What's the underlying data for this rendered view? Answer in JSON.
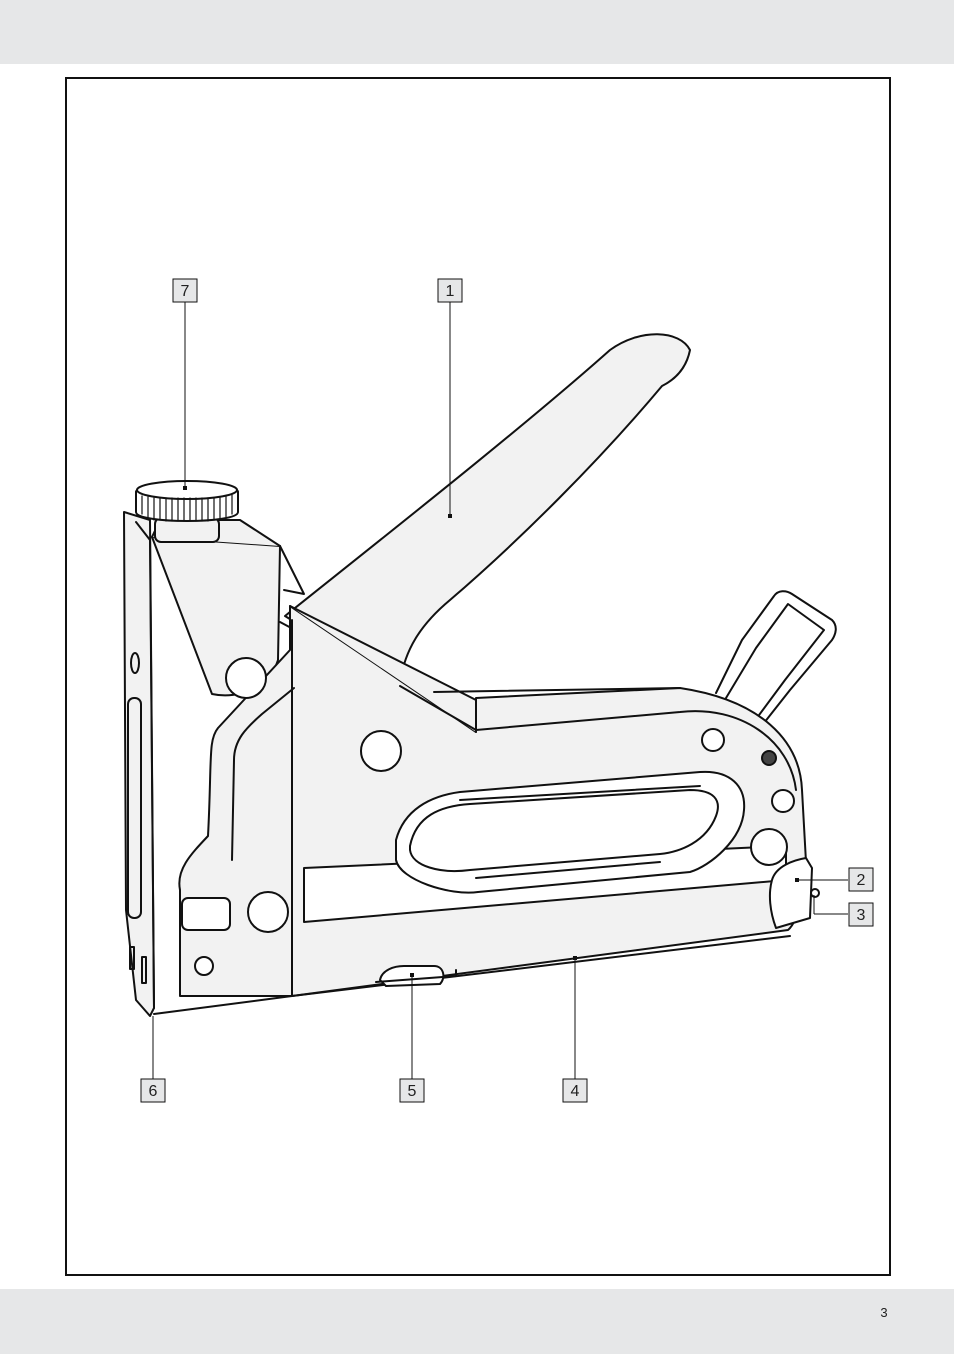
{
  "page": {
    "number": "3"
  },
  "colors": {
    "band": "#e6e7e8",
    "body_fill": "#f2f2f2",
    "line": "#111111",
    "label_box": "#e6e7e8"
  },
  "callouts": [
    {
      "id": "1",
      "label": "1"
    },
    {
      "id": "2",
      "label": "2"
    },
    {
      "id": "3",
      "label": "3"
    },
    {
      "id": "4",
      "label": "4"
    },
    {
      "id": "5",
      "label": "5"
    },
    {
      "id": "6",
      "label": "6"
    },
    {
      "id": "7",
      "label": "7"
    }
  ]
}
